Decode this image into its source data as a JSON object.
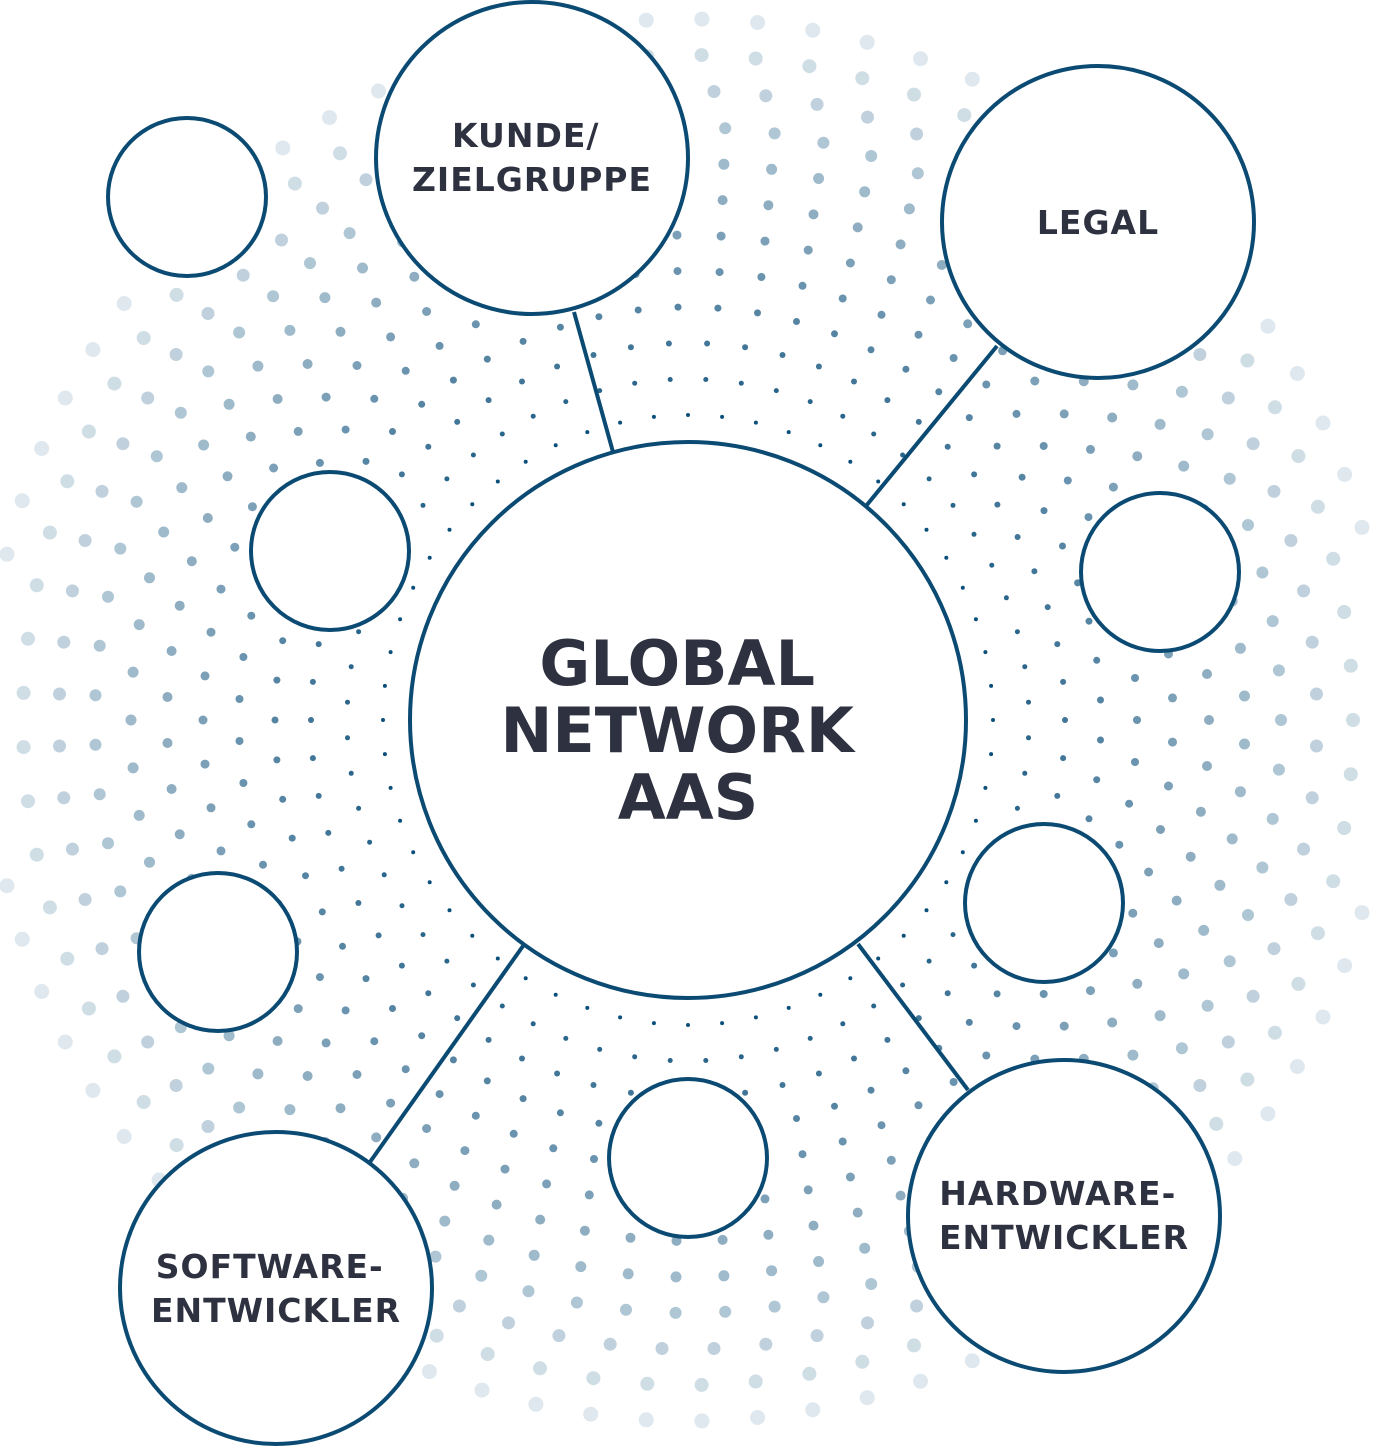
{
  "colors": {
    "stroke": "#0b4a72",
    "text": "#2e3140",
    "dot_inner": "#0b4f7a",
    "dot_outer": "#dfe8ee"
  },
  "center": {
    "lines": [
      "GLOBAL",
      "NETWORK",
      "AAS"
    ]
  },
  "nodes": [
    {
      "id": "kunde",
      "lines": [
        "KUNDE/",
        "ZIELGRUPPE"
      ]
    },
    {
      "id": "legal",
      "lines": [
        "LEGAL"
      ]
    },
    {
      "id": "software",
      "lines": [
        "SOFTWARE-",
        "ENTWICKLER"
      ]
    },
    {
      "id": "hardware",
      "lines": [
        "HARDWARE-",
        "ENTWICKLER"
      ]
    }
  ]
}
